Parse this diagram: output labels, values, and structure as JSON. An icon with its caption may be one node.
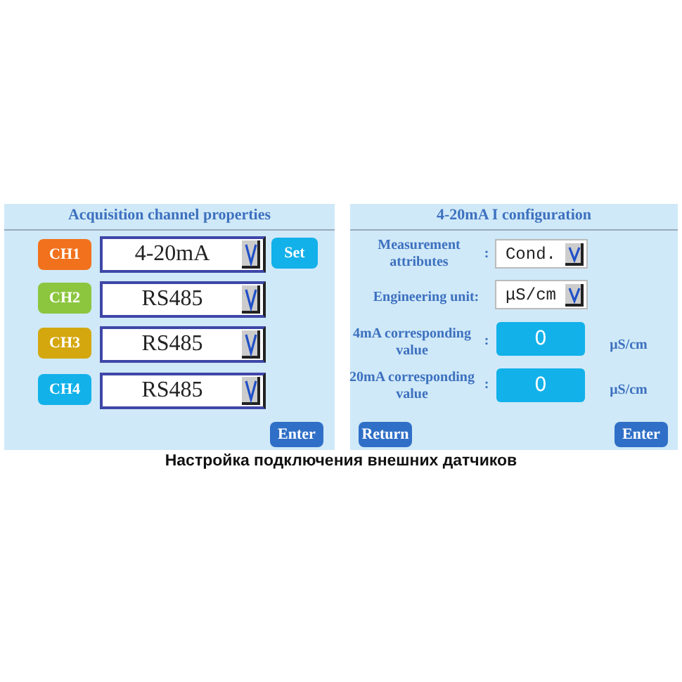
{
  "diagram": {
    "caption": "Настройка подключения внешних датчиков",
    "nodes": [
      {
        "text": [
          "Acquisition channel properties"
        ]
      },
      {
        "text": [
          "CH1"
        ],
        "in": 0
      },
      {
        "text": [
          "4-20mA"
        ],
        "in": 0
      },
      {
        "text": [
          "Set"
        ],
        "in": 0
      },
      {
        "text": [
          "CH2"
        ],
        "in": 0
      },
      {
        "text": [
          "RS485"
        ],
        "in": 0
      },
      {
        "text": [
          "CH3"
        ],
        "in": 0
      },
      {
        "text": [
          "RS485"
        ],
        "in": 0
      },
      {
        "text": [
          "CH4"
        ],
        "in": 0
      },
      {
        "text": [
          "RS485"
        ],
        "in": 0
      },
      {
        "text": [
          "Enter"
        ],
        "in": 0
      },
      {
        "text": [
          "4-20mA I configuration"
        ]
      },
      {
        "text": [
          "Cond."
        ],
        "in": 11
      },
      {
        "text": [
          "μS/cm"
        ],
        "in": 11
      },
      {
        "text": [
          "0"
        ],
        "in": 11
      },
      {
        "text": [
          "0"
        ],
        "in": 11
      },
      {
        "text": [
          "Return"
        ],
        "in": 11
      },
      {
        "text": [
          "Enter"
        ],
        "in": 11
      }
    ],
    "labels": [
      "Measurement attributes",
      ":",
      "Engineering unit:",
      "4mA corresponding value",
      ":",
      "20mA corresponding value",
      ":",
      "μS/cm",
      "μS/cm"
    ]
  }
}
